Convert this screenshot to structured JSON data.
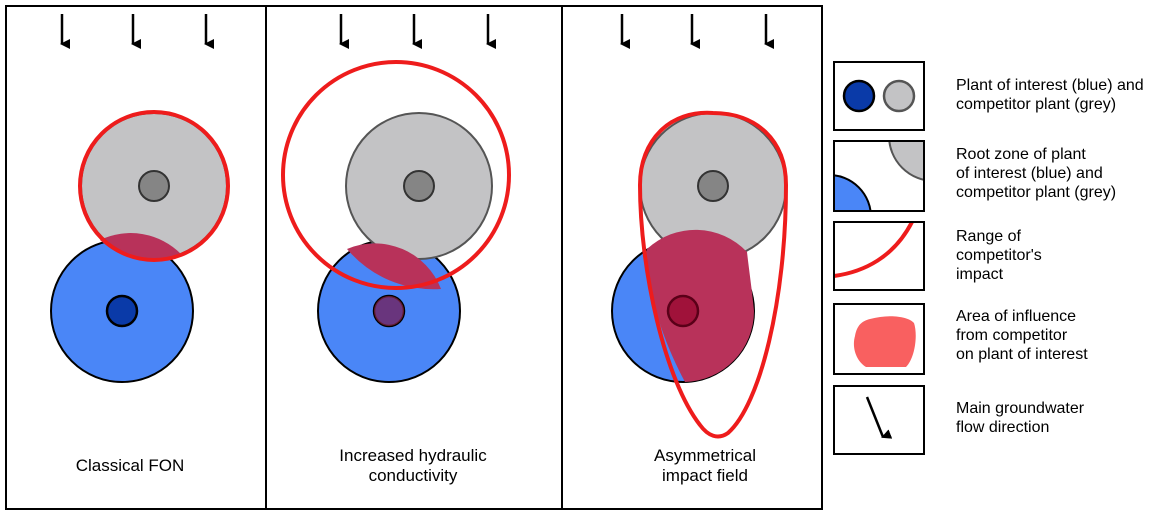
{
  "panels": [
    {
      "caption": "Classical FON"
    },
    {
      "caption": "Increased hydraulic\nconductivity"
    },
    {
      "caption": "Asymmetrical\nimpact field"
    }
  ],
  "legend": {
    "plants": "Plant of interest (blue) and\ncompetitor plant (grey)",
    "root_zone": "Root zone of plant\nof interest (blue) and\ncompetitor plant (grey)",
    "range": "Range of\ncompetitor's\nimpact",
    "influence": "Area of influence\nfrom competitor\non plant of interest",
    "flow": "Main groundwater\nflow direction"
  },
  "colors": {
    "plant_blue": "#4a86f7",
    "plant_blue_core": "#0a3aa8",
    "competitor_grey": "#c3c3c5",
    "competitor_core": "#858585",
    "impact_red": "#ee1c1c",
    "overlap": "#b8325a",
    "influence_fill": "#f96060"
  }
}
